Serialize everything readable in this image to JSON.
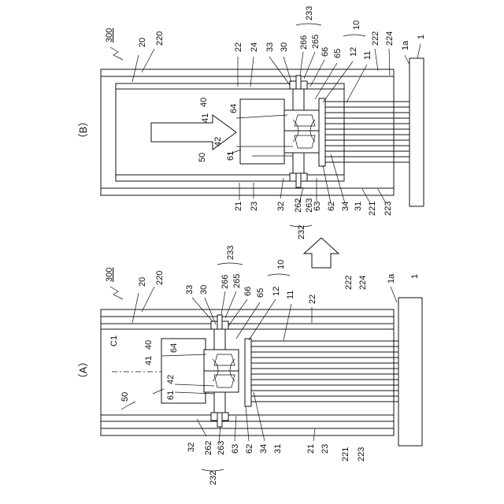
{
  "figure": {
    "panel_a": {
      "title": "（A）",
      "labels": {
        "assembly": "300",
        "frame": "220",
        "r20": "20",
        "r30": "30",
        "r33": "33",
        "b233": "233",
        "r266": "266",
        "r265": "265",
        "r66": "66",
        "r65": "65",
        "b10": "10",
        "r12": "12",
        "r11": "11",
        "r22": "22",
        "r222": "222",
        "r224": "224",
        "r1a": "1a",
        "r1": "1",
        "c1": "C1",
        "r40": "40",
        "r41": "41",
        "r64": "64",
        "r42": "42",
        "r61": "61",
        "r50": "50",
        "r32": "32",
        "r262": "262",
        "r263": "263",
        "r63": "63",
        "r62": "62",
        "r34": "34",
        "r31": "31",
        "r21": "21",
        "r23": "23",
        "r221": "221",
        "r223": "223",
        "b232": "232"
      }
    },
    "panel_b": {
      "title": "（B）",
      "labels": {
        "assembly": "300",
        "frame": "220",
        "r20": "20",
        "r22": "22",
        "r24": "24",
        "r33": "33",
        "r30": "30",
        "b233": "233",
        "r266": "266",
        "r265": "265",
        "r66": "66",
        "r65": "65",
        "b10": "10",
        "r12": "12",
        "r11": "11",
        "r222": "222",
        "r224": "224",
        "r1a": "1a",
        "r1": "1",
        "r64": "64",
        "r40": "40",
        "r41": "41",
        "r42": "42",
        "r50": "50",
        "r61": "61",
        "r21": "21",
        "r23": "23",
        "r32": "32",
        "r262": "262",
        "r263": "263",
        "b232": "232",
        "r63": "63",
        "r62": "62",
        "r34": "34",
        "r31": "31",
        "r221": "221",
        "r223": "223"
      }
    }
  }
}
